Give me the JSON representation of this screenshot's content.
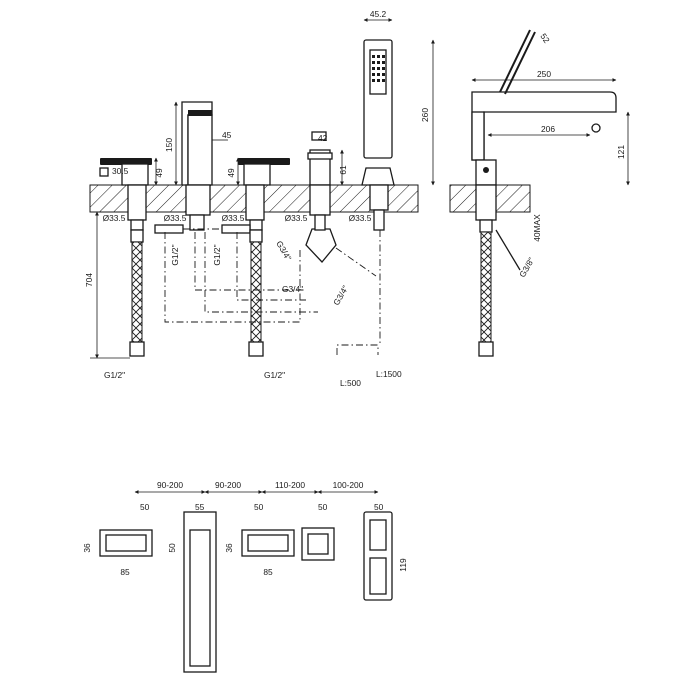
{
  "dimensions": {
    "d_30_5": "30.5",
    "d_49_left": "49",
    "d_150_spout": "150",
    "d_45_spout": "45",
    "d_49_mid": "49",
    "d_42": "42",
    "d_61": "61",
    "d_45_2": "45.2",
    "d_260": "260",
    "d_52": "52",
    "d_250": "250",
    "d_206": "206",
    "d_121": "121",
    "d_40max": "40MAX",
    "d_704": "704",
    "dia_1": "Ø33.5",
    "dia_2": "Ø33.5",
    "dia_3": "Ø33.5",
    "dia_4": "Ø33.5",
    "dia_5": "Ø33.5",
    "thread_g12_left": "G1/2\"",
    "thread_g12_mid": "G1/2\"",
    "thread_g34_a": "G3/4\"",
    "thread_g34_b": "G3/4\"",
    "thread_g34_c": "G3/4\"",
    "thread_g38": "G3/8\"",
    "inlet_left": "G1/2\"",
    "inlet_right": "G1/2\"",
    "hose_short": "L:500",
    "hose_long": "L:1500",
    "plan_gap_1": "90-200",
    "plan_gap_2": "90-200",
    "plan_gap_3": "110-200",
    "plan_gap_4": "100-200",
    "plan_sq_1": "50",
    "plan_sq_2": "55",
    "plan_sq_3": "50",
    "plan_sq_4": "50",
    "plan_sq_5": "50",
    "plan_h_1": "36",
    "plan_w_1": "85",
    "plan_h_2": "50",
    "plan_h_3": "36",
    "plan_w_3": "85",
    "plan_h_5": "119"
  }
}
